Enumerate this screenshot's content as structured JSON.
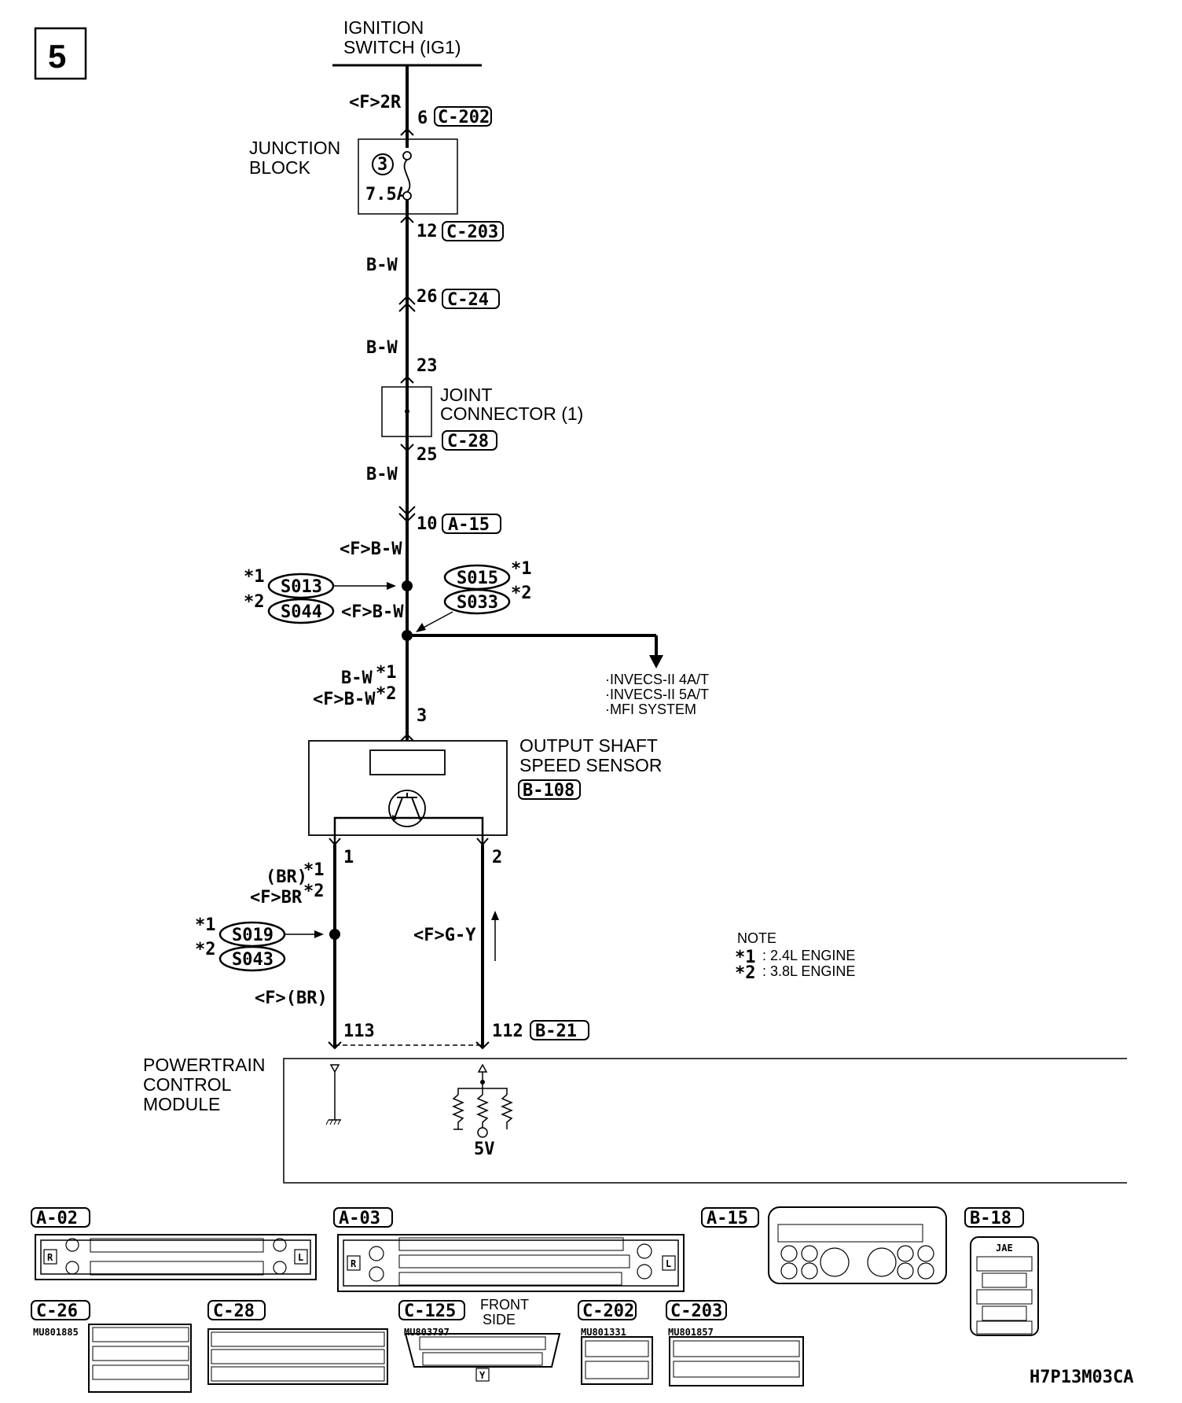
{
  "page_number": "5",
  "figure_code": "H7P13M03CA",
  "ignition": {
    "line1": "IGNITION",
    "line2": "SWITCH (IG1)"
  },
  "junction_block": {
    "line1": "JUNCTION",
    "line2": "BLOCK",
    "fuse_no": "3",
    "fuse_rating": "7.5A",
    "wire_in": "<F>2R",
    "pin_in": "6",
    "conn_in": "C-202",
    "pin_out": "12",
    "conn_out": "C-203"
  },
  "wire_bw1": "B-W",
  "c24": {
    "pin": "26",
    "conn": "C-24"
  },
  "wire_bw2": "B-W",
  "joint": {
    "pin_in": "23",
    "line1": "JOINT",
    "line2": "CONNECTOR (1)",
    "conn": "C-28",
    "pin_out": "25"
  },
  "wire_bw3": "B-W",
  "a15": {
    "pin": "10",
    "conn": "A-15"
  },
  "wire_fbw1": "<F>B-W",
  "splices": {
    "s013": "S013",
    "s044": "S044",
    "s015": "S015",
    "s033": "S033",
    "s019": "S019",
    "s043": "S043",
    "star1": "*1",
    "star2": "*2",
    "wire_fbw2": "<F>B-W"
  },
  "branch": {
    "line1": "·INVECS-II 4A/T",
    "line2": "·INVECS-II 5A/T",
    "line3": "·MFI SYSTEM"
  },
  "sensor_feed": {
    "w1": "B-W",
    "w2": "<F>B-W",
    "pin": "3"
  },
  "sensor": {
    "line1": "OUTPUT SHAFT",
    "line2": "SPEED SENSOR",
    "conn": "B-108",
    "pin1": "1",
    "pin2": "2"
  },
  "left_wire": {
    "w1": "(BR)",
    "w2": "<F>BR",
    "w3": "<F>(BR)"
  },
  "right_wire": {
    "label": "<F>G-Y"
  },
  "note": {
    "title": "NOTE",
    "n1": ": 2.4L ENGINE",
    "n2": ": 3.8L ENGINE"
  },
  "pcm": {
    "line1": "POWERTRAIN",
    "line2": "CONTROL",
    "line3": "MODULE",
    "pin_left": "113",
    "pin_right": "112",
    "conn": "B-21",
    "voltage": "5V"
  },
  "connectors": {
    "a02": "A-02",
    "a03": "A-03",
    "a15": "A-15",
    "b18": "B-18",
    "c26": "C-26",
    "c28": "C-28",
    "c125": "C-125",
    "c202": "C-202",
    "c203": "C-203",
    "jae": "JAE",
    "front_side1": "FRONT",
    "front_side2": "SIDE",
    "mu_c26": "MU801885",
    "mu_c125": "MU803797",
    "mu_c202": "MU801331",
    "mu_c203": "MU801857",
    "r": "R",
    "l": "L",
    "y": "Y"
  }
}
